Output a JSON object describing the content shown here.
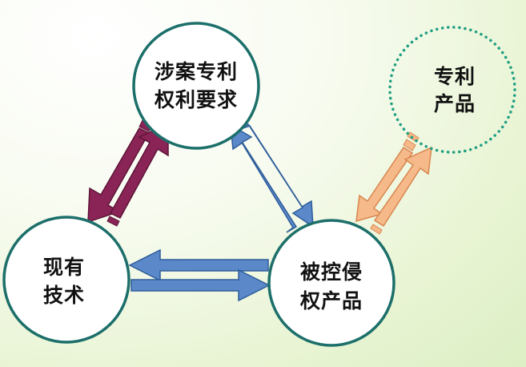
{
  "nodes": {
    "claims": {
      "line1": "涉案专利",
      "line2": "权利要求"
    },
    "prior_art": {
      "line1": "现有",
      "line2": "技术"
    },
    "accused_product": {
      "line1": "被控侵",
      "line2": "权产品"
    },
    "patent_product": {
      "line1": "专利",
      "line2": "产品"
    }
  },
  "colors": {
    "circle_stroke": "#1c6f6a",
    "circle_fill": "#ffffff",
    "dotted_stroke": "#1e9e82",
    "maroon_arrow": "#8a2456",
    "maroon_arrow_edge": "#5e1438",
    "blue_arrow": "#5b88c9",
    "blue_arrow_edge": "#2f5d9a",
    "peach_arrow": "#f6b98a",
    "peach_arrow_edge": "#d8864e"
  }
}
